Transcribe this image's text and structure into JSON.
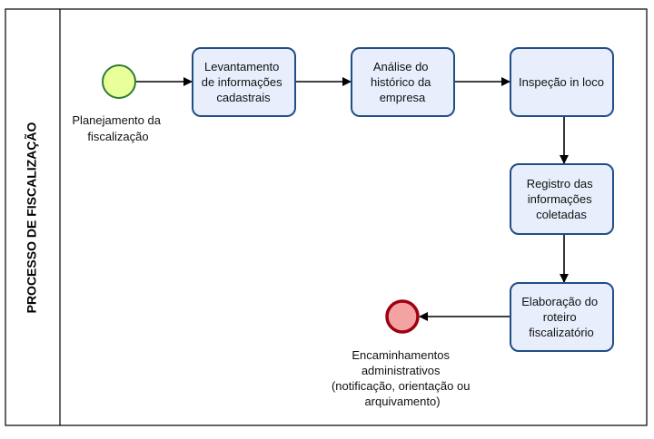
{
  "pool": {
    "title": "PROCESSO DE FISCALIZAÇÃO"
  },
  "start_event": {
    "label_lines": [
      "Planejamento da",
      "fiscalização"
    ]
  },
  "tasks": [
    {
      "lines": [
        "Levantamento",
        "de informações",
        "cadastrais"
      ]
    },
    {
      "lines": [
        "Análise do",
        "histórico da",
        "empresa"
      ]
    },
    {
      "lines": [
        "Inspeção in loco"
      ]
    },
    {
      "lines": [
        "Registro das",
        "informações",
        "coletadas"
      ]
    },
    {
      "lines": [
        "Elaboração do",
        "roteiro",
        "fiscalizatório"
      ]
    }
  ],
  "end_event": {
    "label_lines": [
      "Encaminhamentos",
      "administrativos",
      "(notificação, orientação ou",
      "arquivamento)"
    ]
  },
  "colors": {
    "pool_border": "#000000",
    "task_fill": "#e8eefc",
    "task_stroke": "#1f4f86",
    "start_fill": "#e9ff9a",
    "start_stroke": "#2e7d32",
    "end_fill": "#f4a3a3",
    "end_stroke": "#a00010"
  }
}
